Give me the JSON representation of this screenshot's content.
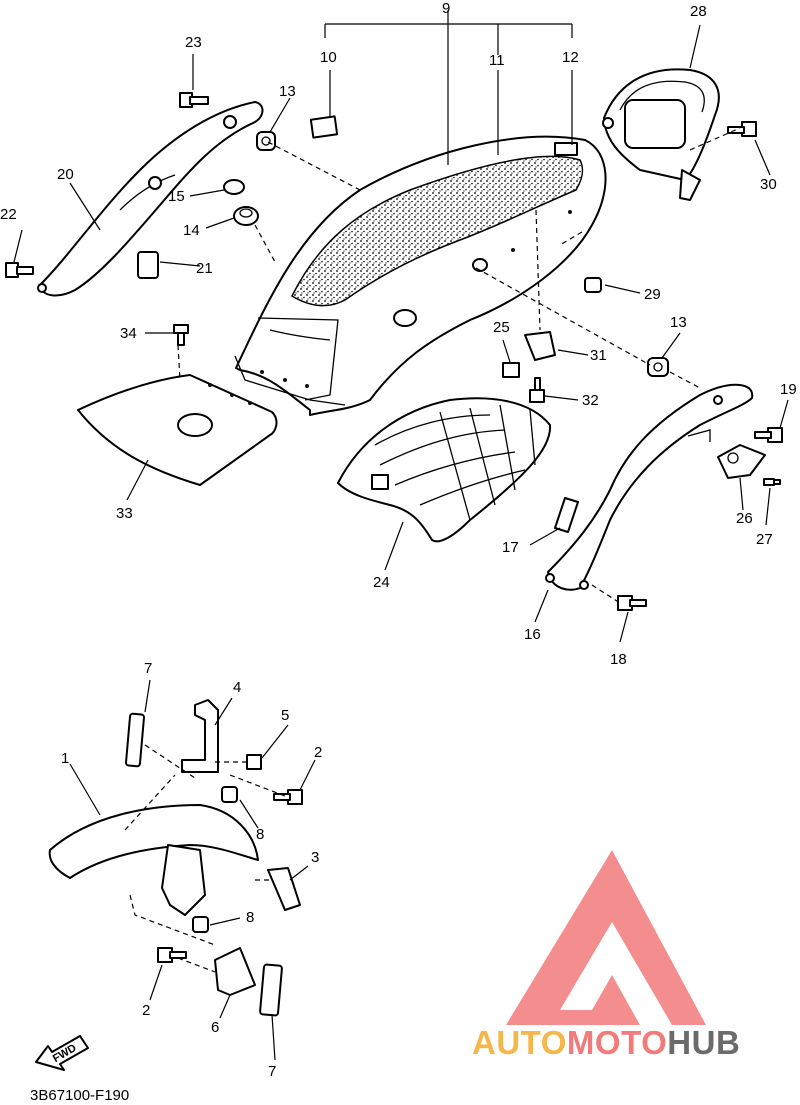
{
  "diagram": {
    "callouts": {
      "c1": "1",
      "c2a": "2",
      "c2b": "2",
      "c3": "3",
      "c4": "4",
      "c5": "5",
      "c6": "6",
      "c7a": "7",
      "c7b": "7",
      "c8a": "8",
      "c8b": "8",
      "c9": "9",
      "c10": "10",
      "c11": "11",
      "c12": "12",
      "c13a": "13",
      "c13b": "13",
      "c14": "14",
      "c15": "15",
      "c16": "16",
      "c17": "17",
      "c18": "18",
      "c19": "19",
      "c20": "20",
      "c21": "21",
      "c22": "22",
      "c23": "23",
      "c24": "24",
      "c25": "25",
      "c26": "26",
      "c27": "27",
      "c28": "28",
      "c29": "29",
      "c30": "30",
      "c31": "31",
      "c32": "32",
      "c33": "33",
      "c34": "34"
    },
    "direction_label": "FWD",
    "drawing_code": "3B67100-F190"
  },
  "watermark": {
    "part1": "AUTO",
    "part2": "MOTO",
    "part3": "HUB",
    "color1": "#f5b64a",
    "color2": "#f27a7a",
    "color3": "#6b6b6b",
    "logo_color": "#f27a7a"
  }
}
